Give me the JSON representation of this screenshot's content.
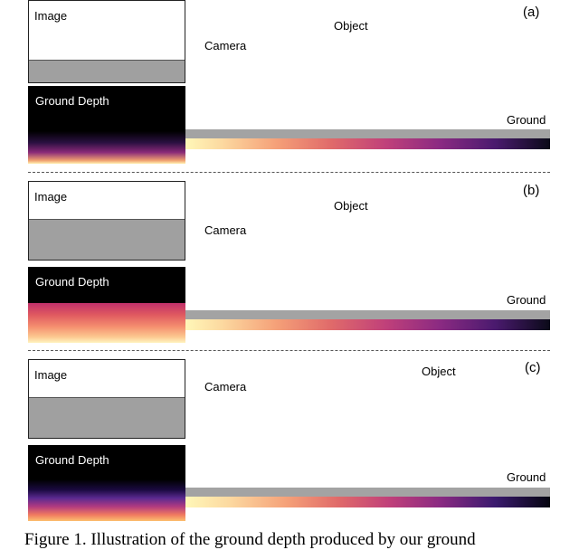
{
  "panels": [
    {
      "letter": "(a)",
      "image_label": "Image",
      "depth_label": "Ground Depth",
      "camera_label": "Camera",
      "object_label": "Object",
      "ground_label": "Ground"
    },
    {
      "letter": "(b)",
      "image_label": "Image",
      "depth_label": "Ground Depth",
      "camera_label": "Camera",
      "object_label": "Object",
      "ground_label": "Ground"
    },
    {
      "letter": "(c)",
      "image_label": "Image",
      "depth_label": "Ground Depth",
      "camera_label": "Camera",
      "object_label": "Object",
      "ground_label": "Ground"
    }
  ],
  "caption": "Figure 1. Illustration of the ground depth produced by our ground"
}
